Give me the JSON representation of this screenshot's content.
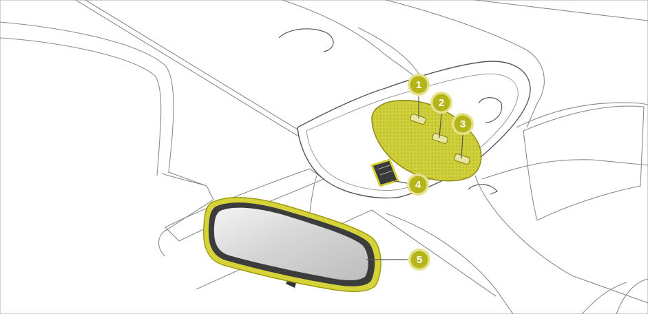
{
  "diagram": {
    "callouts": [
      {
        "label": "1",
        "part": "overhead-switch-1"
      },
      {
        "label": "2",
        "part": "overhead-switch-2"
      },
      {
        "label": "3",
        "part": "overhead-switch-3"
      },
      {
        "label": "4",
        "part": "console-button"
      },
      {
        "label": "5",
        "part": "rear-view-mirror"
      }
    ],
    "colors": {
      "highlight": "#c9c92a",
      "highlight_stroke": "#9e9a10",
      "badge": "#b5b419",
      "badge_ring": "#e4e28c",
      "line": "#555555",
      "mirror_frame": "#3c3c3c",
      "mirror_glass": "#dcdcdc"
    }
  }
}
